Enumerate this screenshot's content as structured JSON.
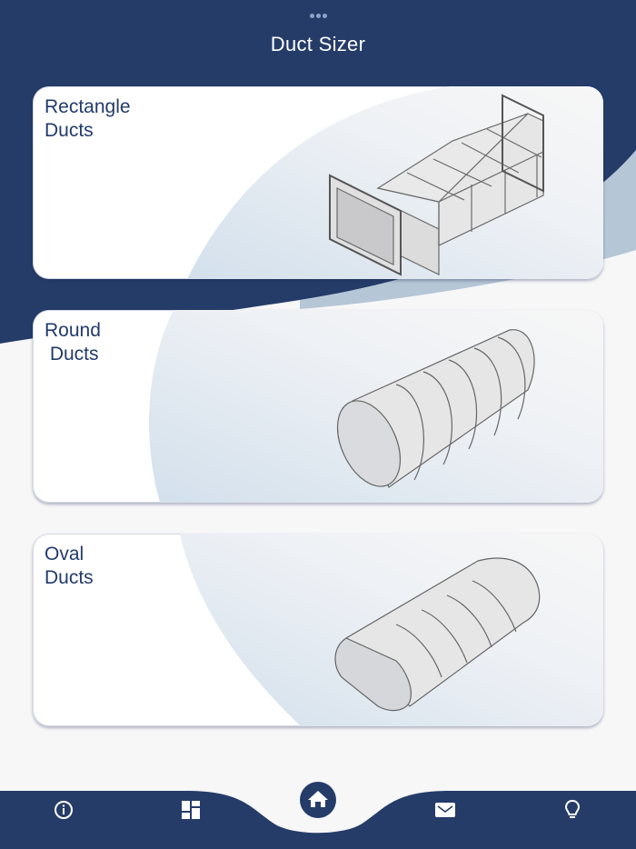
{
  "header": {
    "title": "Duct Sizer",
    "handle_icon": "more-dots-icon"
  },
  "cards": [
    {
      "label": "Rectangle\nDucts",
      "icon": "rectangular-duct-illustration"
    },
    {
      "label": "Round\n Ducts",
      "icon": "round-duct-illustration"
    },
    {
      "label": "Oval\nDucts",
      "icon": "oval-duct-illustration"
    }
  ],
  "nav": {
    "items": [
      {
        "name": "info",
        "icon": "info-icon"
      },
      {
        "name": "dashboard",
        "icon": "dashboard-icon"
      },
      {
        "name": "home",
        "icon": "home-icon",
        "active": true
      },
      {
        "name": "mail",
        "icon": "mail-icon"
      },
      {
        "name": "tips",
        "icon": "lightbulb-icon"
      }
    ]
  },
  "colors": {
    "primary": "#253c69",
    "background": "#f7f7f8",
    "accent_light": "#d3e0ec",
    "text": "#223a6b"
  }
}
